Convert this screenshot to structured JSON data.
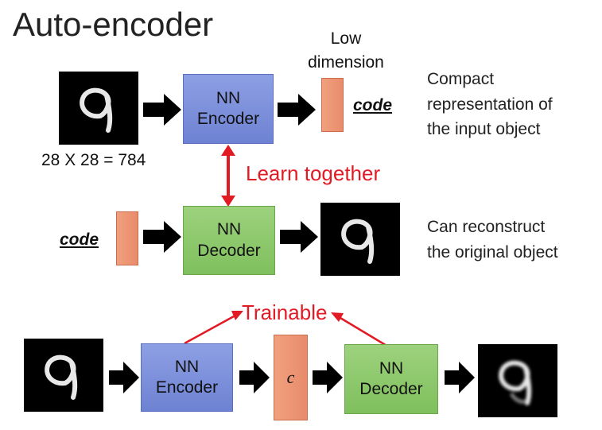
{
  "title": "Auto-encoder",
  "top_row": {
    "input_size_label": "28 X 28 = 784",
    "encoder_line1": "NN",
    "encoder_line2": "Encoder",
    "low_dim_line1": "Low",
    "low_dim_line2": "dimension",
    "code_label": "code",
    "desc_line1": "Compact",
    "desc_line2": "representation of",
    "desc_line3": "the input object"
  },
  "learn_together": "Learn together",
  "middle_row": {
    "code_label": "code",
    "decoder_line1": "NN",
    "decoder_line2": "Decoder",
    "desc_line1": "Can reconstruct",
    "desc_line2": "the original object"
  },
  "bottom_row": {
    "trainable_label": "Trainable",
    "encoder_line1": "NN",
    "encoder_line2": "Encoder",
    "code_symbol": "c",
    "decoder_line1": "NN",
    "decoder_line2": "Decoder"
  },
  "colors": {
    "encoder": "#7b8fdc",
    "decoder": "#8cc96b",
    "code": "#ec9574",
    "highlight": "#e21a24",
    "arrow": "#000000"
  },
  "icons": {
    "flow_arrow": "block-right-arrow",
    "bidirectional_arrow": "double-headed-vertical-arrow",
    "digit_image": "handwritten-digit-9"
  }
}
